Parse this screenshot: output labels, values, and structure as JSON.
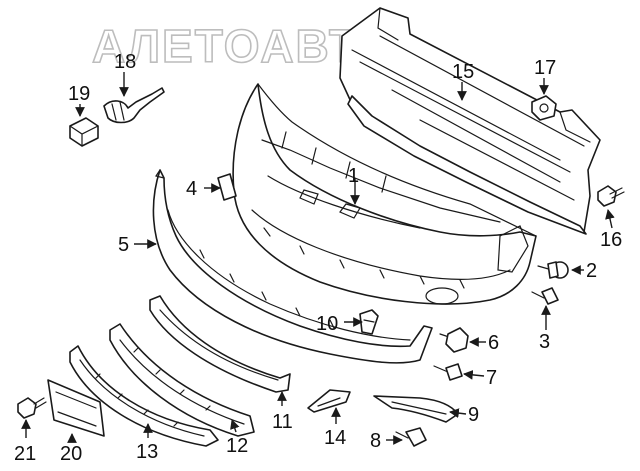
{
  "watermark": {
    "text": "АЛЕТОАВТО"
  },
  "callouts": {
    "c1": "1",
    "c2": "2",
    "c3": "3",
    "c4": "4",
    "c5": "5",
    "c6": "6",
    "c7": "7",
    "c8": "8",
    "c9": "9",
    "c10": "10",
    "c11": "11",
    "c12": "12",
    "c13": "13",
    "c14": "14",
    "c15": "15",
    "c16": "16",
    "c17": "17",
    "c18": "18",
    "c19": "19",
    "c20": "20",
    "c21": "21"
  },
  "colors": {
    "line": "#1a1a1a",
    "watermark": "#bdbdbd",
    "background": "#ffffff"
  }
}
